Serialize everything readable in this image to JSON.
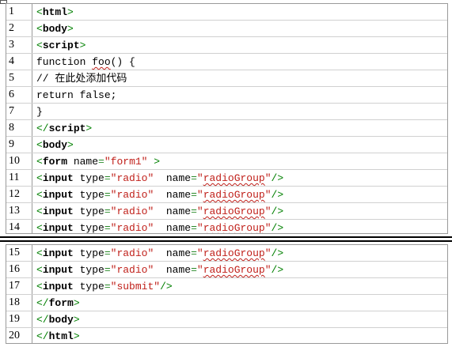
{
  "top_lines": [
    {
      "num": "1",
      "tokens": [
        [
          "tag",
          "<"
        ],
        [
          "kw",
          "html"
        ],
        [
          "tag",
          ">"
        ]
      ]
    },
    {
      "num": "2",
      "tokens": [
        [
          "tag",
          "<"
        ],
        [
          "kw",
          "body"
        ],
        [
          "tag",
          ">"
        ]
      ]
    },
    {
      "num": "3",
      "tokens": [
        [
          "tag",
          "<"
        ],
        [
          "kw",
          "script"
        ],
        [
          "tag",
          ">"
        ]
      ]
    },
    {
      "num": "4",
      "tokens": [
        [
          "txt",
          "function "
        ],
        [
          "squig",
          "foo"
        ],
        [
          "txt",
          "() {"
        ]
      ]
    },
    {
      "num": "5",
      "tokens": [
        [
          "txt",
          "// 在此处添加代码"
        ]
      ]
    },
    {
      "num": "6",
      "tokens": [
        [
          "txt",
          "return false;"
        ]
      ]
    },
    {
      "num": "7",
      "tokens": [
        [
          "txt",
          "}"
        ]
      ]
    },
    {
      "num": "8",
      "tokens": [
        [
          "tag",
          "</"
        ],
        [
          "kw",
          "script"
        ],
        [
          "tag",
          ">"
        ]
      ]
    },
    {
      "num": "9",
      "tokens": [
        [
          "tag",
          "<"
        ],
        [
          "kw",
          "body"
        ],
        [
          "tag",
          ">"
        ]
      ]
    },
    {
      "num": "10",
      "tokens": [
        [
          "tag",
          "<"
        ],
        [
          "kw",
          "form"
        ],
        [
          "attr",
          " name"
        ],
        [
          "eq",
          "="
        ],
        [
          "val",
          "\"form1\""
        ],
        [
          "tag",
          " >"
        ]
      ]
    },
    {
      "num": "11",
      "tokens": [
        [
          "tag",
          "<"
        ],
        [
          "kw",
          "input"
        ],
        [
          "attr",
          " type"
        ],
        [
          "eq",
          "="
        ],
        [
          "val",
          "\"radio\""
        ],
        [
          "attr",
          "  name"
        ],
        [
          "eq",
          "="
        ],
        [
          "val",
          "\""
        ],
        [
          "vsq",
          "radioGroup"
        ],
        [
          "val",
          "\""
        ],
        [
          "tag",
          "/>"
        ]
      ]
    },
    {
      "num": "12",
      "tokens": [
        [
          "tag",
          "<"
        ],
        [
          "kw",
          "input"
        ],
        [
          "attr",
          " type"
        ],
        [
          "eq",
          "="
        ],
        [
          "val",
          "\"radio\""
        ],
        [
          "attr",
          "  name"
        ],
        [
          "eq",
          "="
        ],
        [
          "val",
          "\""
        ],
        [
          "vsq",
          "radioGroup"
        ],
        [
          "val",
          "\""
        ],
        [
          "tag",
          "/>"
        ]
      ]
    },
    {
      "num": "13",
      "tokens": [
        [
          "tag",
          "<"
        ],
        [
          "kw",
          "input"
        ],
        [
          "attr",
          " type"
        ],
        [
          "eq",
          "="
        ],
        [
          "val",
          "\"radio\""
        ],
        [
          "attr",
          "  name"
        ],
        [
          "eq",
          "="
        ],
        [
          "val",
          "\""
        ],
        [
          "vsq",
          "radioGroup"
        ],
        [
          "val",
          "\""
        ],
        [
          "tag",
          "/>"
        ]
      ]
    },
    {
      "num": "14",
      "tokens": [
        [
          "tag",
          "<"
        ],
        [
          "kw",
          "input"
        ],
        [
          "attr",
          " type"
        ],
        [
          "eq",
          "="
        ],
        [
          "val",
          "\"radio\""
        ],
        [
          "attr",
          "  name"
        ],
        [
          "eq",
          "="
        ],
        [
          "val",
          "\""
        ],
        [
          "vsq",
          "radioGroup"
        ],
        [
          "val",
          "\""
        ],
        [
          "tag",
          "/>"
        ]
      ]
    }
  ],
  "bottom_lines": [
    {
      "num": "15",
      "tokens": [
        [
          "tag",
          "<"
        ],
        [
          "kw",
          "input"
        ],
        [
          "attr",
          " type"
        ],
        [
          "eq",
          "="
        ],
        [
          "val",
          "\"radio\""
        ],
        [
          "attr",
          "  name"
        ],
        [
          "eq",
          "="
        ],
        [
          "val",
          "\""
        ],
        [
          "vsq",
          "radioGroup"
        ],
        [
          "val",
          "\""
        ],
        [
          "tag",
          "/>"
        ]
      ]
    },
    {
      "num": "16",
      "tokens": [
        [
          "tag",
          "<"
        ],
        [
          "kw",
          "input"
        ],
        [
          "attr",
          " type"
        ],
        [
          "eq",
          "="
        ],
        [
          "val",
          "\"radio\""
        ],
        [
          "attr",
          "  name"
        ],
        [
          "eq",
          "="
        ],
        [
          "val",
          "\""
        ],
        [
          "vsq",
          "radioGroup"
        ],
        [
          "val",
          "\""
        ],
        [
          "tag",
          "/>"
        ]
      ]
    },
    {
      "num": "17",
      "tokens": [
        [
          "tag",
          "<"
        ],
        [
          "kw",
          "input"
        ],
        [
          "attr",
          " type"
        ],
        [
          "eq",
          "="
        ],
        [
          "val",
          "\"submit\""
        ],
        [
          "tag",
          "/>"
        ]
      ]
    },
    {
      "num": "18",
      "tokens": [
        [
          "tag",
          "</"
        ],
        [
          "kw",
          "form"
        ],
        [
          "tag",
          ">"
        ]
      ]
    },
    {
      "num": "19",
      "tokens": [
        [
          "tag",
          "</"
        ],
        [
          "kw",
          "body"
        ],
        [
          "tag",
          ">"
        ]
      ]
    },
    {
      "num": "20",
      "tokens": [
        [
          "tag",
          "</"
        ],
        [
          "kw",
          "html"
        ],
        [
          "tag",
          ">"
        ]
      ]
    }
  ],
  "colors": {
    "tag": "#008000",
    "keyword": "#000000",
    "value": "#c0201a",
    "equals": "#2a8a2a",
    "border": "#9a9a9a",
    "row_divider": "#d0d0d0"
  }
}
